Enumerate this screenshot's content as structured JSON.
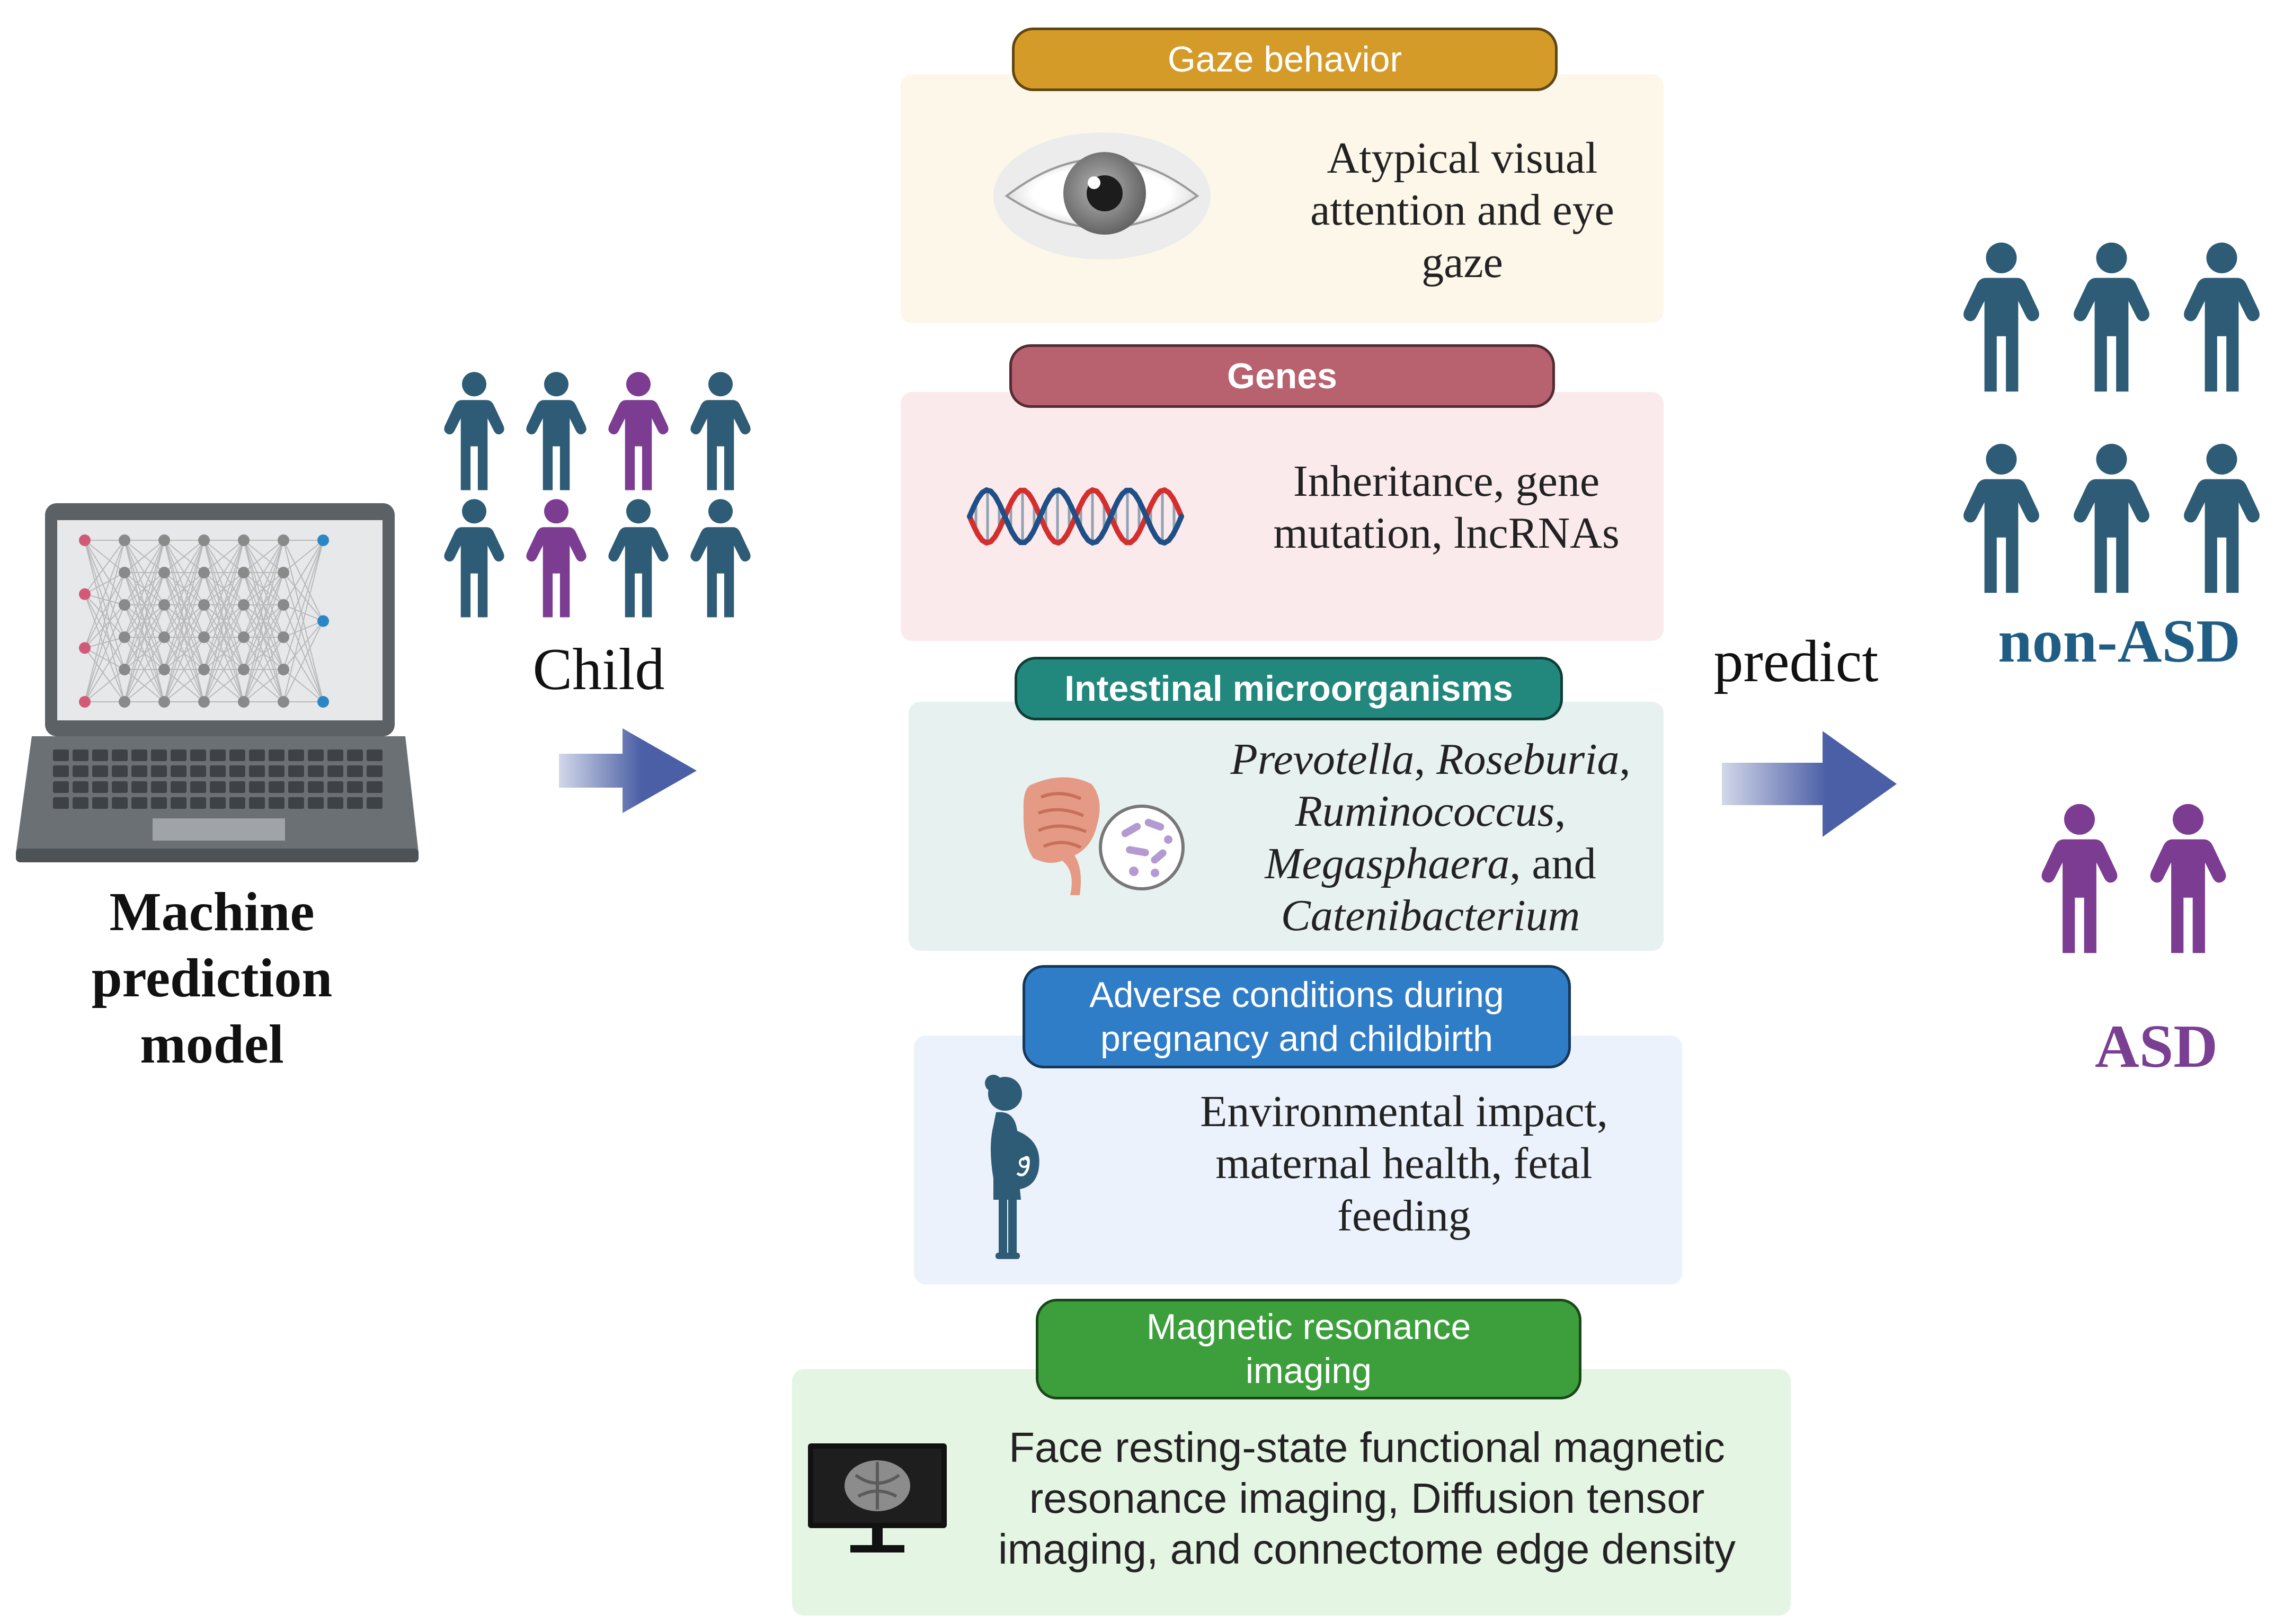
{
  "left": {
    "model_label": [
      "Machine",
      "prediction",
      "model"
    ],
    "child_label": "Child"
  },
  "right": {
    "predict_label": "predict",
    "non_asd_label": "non-ASD",
    "asd_label": "ASD"
  },
  "panels": [
    {
      "title": "Gaze behavior",
      "title_color": "#d59b29",
      "bg": "#fdf7ea",
      "text": "Atypical visual\nattention and eye\ngaze",
      "icon": "eye-icon"
    },
    {
      "title": "Genes",
      "title_color": "#b8616f",
      "bg": "#fbeaec",
      "text": "Inheritance, gene\nmutation, lncRNAs",
      "icon": "dna-icon"
    },
    {
      "title": "Intestinal microorganisms",
      "title_color": "#22877c",
      "bg": "#e7f1ef",
      "text_parts": [
        {
          "t": "Prevotella",
          "i": true
        },
        {
          "t": ", ",
          "i": false
        },
        {
          "t": "Roseburia",
          "i": true
        },
        {
          "t": ",",
          "i": false
        },
        {
          "t": "Ruminococcus",
          "i": true
        },
        {
          "t": ",",
          "i": false
        },
        {
          "t": "Megasphaera",
          "i": true
        },
        {
          "t": ", and",
          "i": false
        },
        {
          "t": "Catenibacterium",
          "i": true
        }
      ],
      "icon": "intestine-icon"
    },
    {
      "title": "Adverse conditions during\npregnancy and childbirth",
      "title_color": "#2f7cc7",
      "bg": "#ebf2fb",
      "text": "Environmental impact,\nmaternal health, fetal\nfeeding",
      "icon": "pregnant-woman-icon"
    },
    {
      "title": "Magnetic resonance\nimaging",
      "title_color": "#3c9f3c",
      "bg": "#e5f5e4",
      "text": "Face resting-state functional magnetic\nresonance imaging, Diffusion tensor\nimaging,  and connectome edge density",
      "icon": "mri-monitor-icon"
    }
  ],
  "colors": {
    "person_teal": "#2e5b75",
    "person_purple": "#7c3c92",
    "arrow": "#4b5fa6",
    "non_asd_text": "#1f5d84",
    "asd_text": "#7a3f92"
  }
}
